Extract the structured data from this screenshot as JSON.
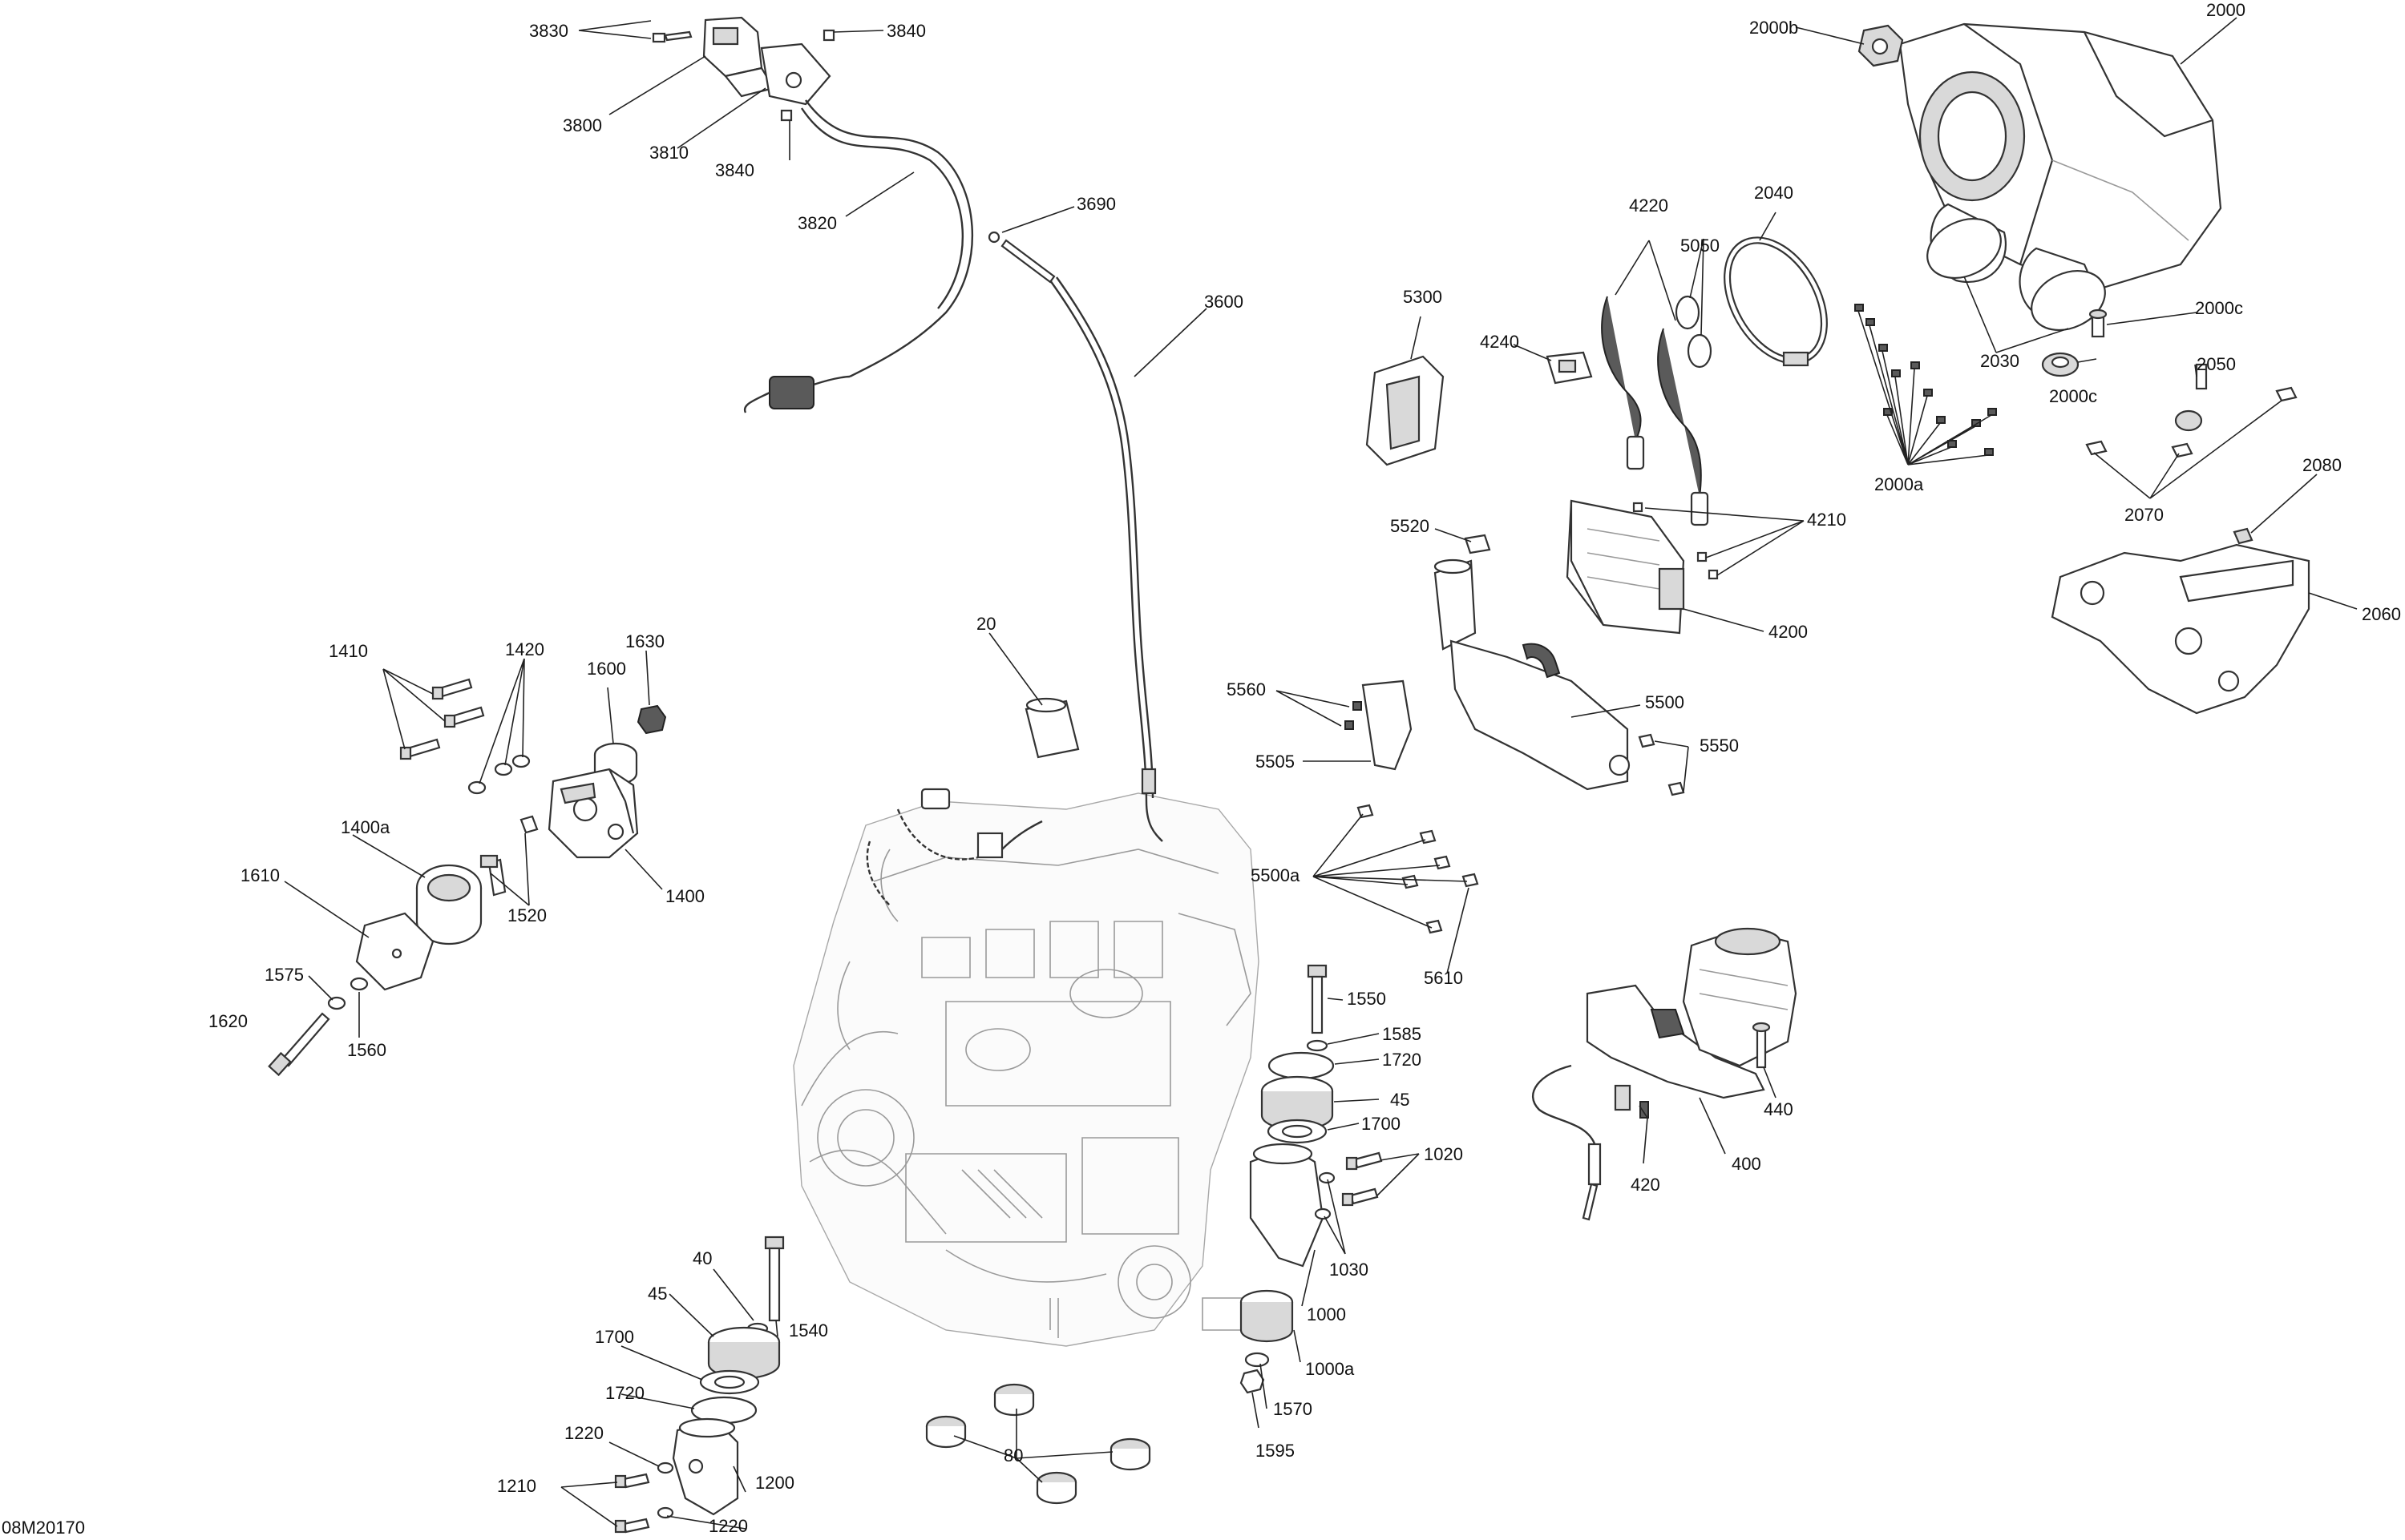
{
  "diagram": {
    "code": "08M20170",
    "labels": {
      "l3830": "3830",
      "l3800": "3800",
      "l3810": "3810",
      "l3840a": "3840",
      "l3840b": "3840",
      "l3820": "3820",
      "l3690": "3690",
      "l3600": "3600",
      "l20": "20",
      "l2000": "2000",
      "l2000b": "2000b",
      "l2000c1": "2000c",
      "l2000c2": "2000c",
      "l2000a": "2000a",
      "l2030": "2030",
      "l2040": "2040",
      "l2050": "2050",
      "l2070": "2070",
      "l2080": "2080",
      "l2060": "2060",
      "l4220": "4220",
      "l5050": "5050",
      "l5300": "5300",
      "l4240": "4240",
      "l4210": "4210",
      "l4200": "4200",
      "l5520": "5520",
      "l5500": "5500",
      "l5560": "5560",
      "l5505": "5505",
      "l5550": "5550",
      "l5500a": "5500a",
      "l5610": "5610",
      "l1410": "1410",
      "l1420": "1420",
      "l1630": "1630",
      "l1600": "1600",
      "l1400a": "1400a",
      "l1400": "1400",
      "l1520": "1520",
      "l1610": "1610",
      "l1575": "1575",
      "l1560": "1560",
      "l1620": "1620",
      "l1550": "1550",
      "l1585": "1585",
      "l1720a": "1720",
      "l45a": "45",
      "l1700a": "1700",
      "l1020": "1020",
      "l1030": "1030",
      "l1000": "1000",
      "l1000a": "1000a",
      "l1570": "1570",
      "l1595": "1595",
      "l440": "440",
      "l400": "400",
      "l420": "420",
      "l40": "40",
      "l45b": "45",
      "l1540": "1540",
      "l1700b": "1700",
      "l1720b": "1720",
      "l1220a": "1220",
      "l1210": "1210",
      "l1200": "1200",
      "l1220b": "1220",
      "l80": "80"
    }
  }
}
